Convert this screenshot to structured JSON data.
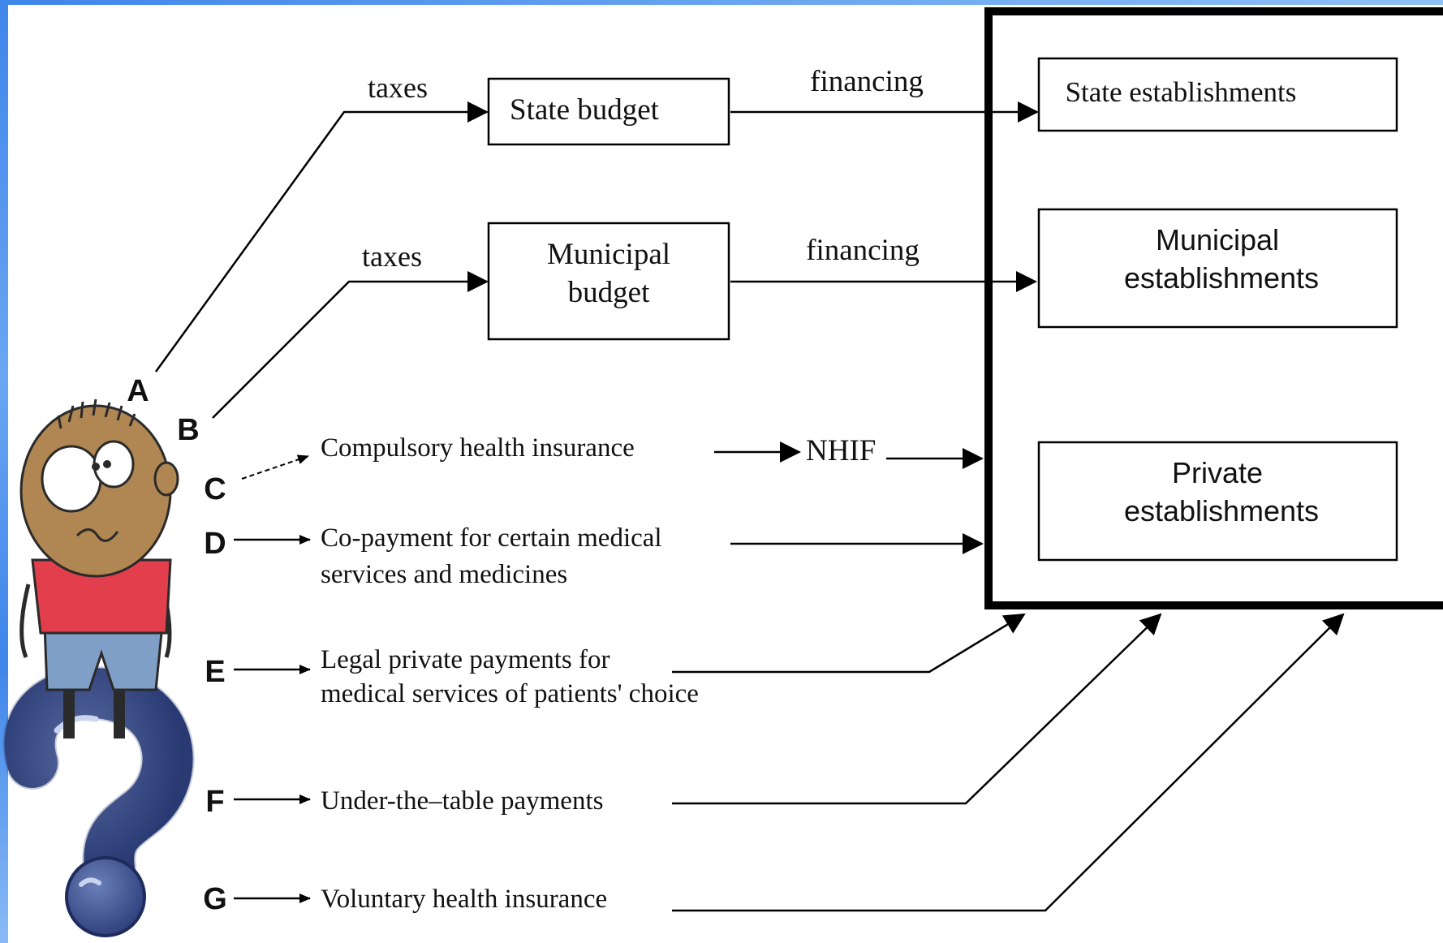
{
  "boxes": {
    "state_budget": "State budget",
    "municipal_budget_line1": "Municipal",
    "municipal_budget_line2": "budget",
    "state_establishments": "State establishments",
    "municipal_establishments_line1": "Municipal",
    "municipal_establishments_line2": "establishments",
    "private_establishments_line1": "Private",
    "private_establishments_line2": "establishments"
  },
  "edges": {
    "taxes_state": "taxes",
    "taxes_municipal": "taxes",
    "financing_state": "financing",
    "financing_municipal": "financing",
    "nhif": "NHIF"
  },
  "letters": {
    "a": "A",
    "b": "B",
    "c": "C",
    "d": "D",
    "e": "E",
    "f": "F",
    "g": "G"
  },
  "sources": {
    "c": "Compulsory health insurance",
    "d_line1": "Co-payment for certain medical",
    "d_line2": "services and medicines",
    "e_line1": "Legal private payments for",
    "e_line2": "medical services of patients' choice",
    "f": "Under-the–table payments",
    "g": "Voluntary health insurance"
  }
}
